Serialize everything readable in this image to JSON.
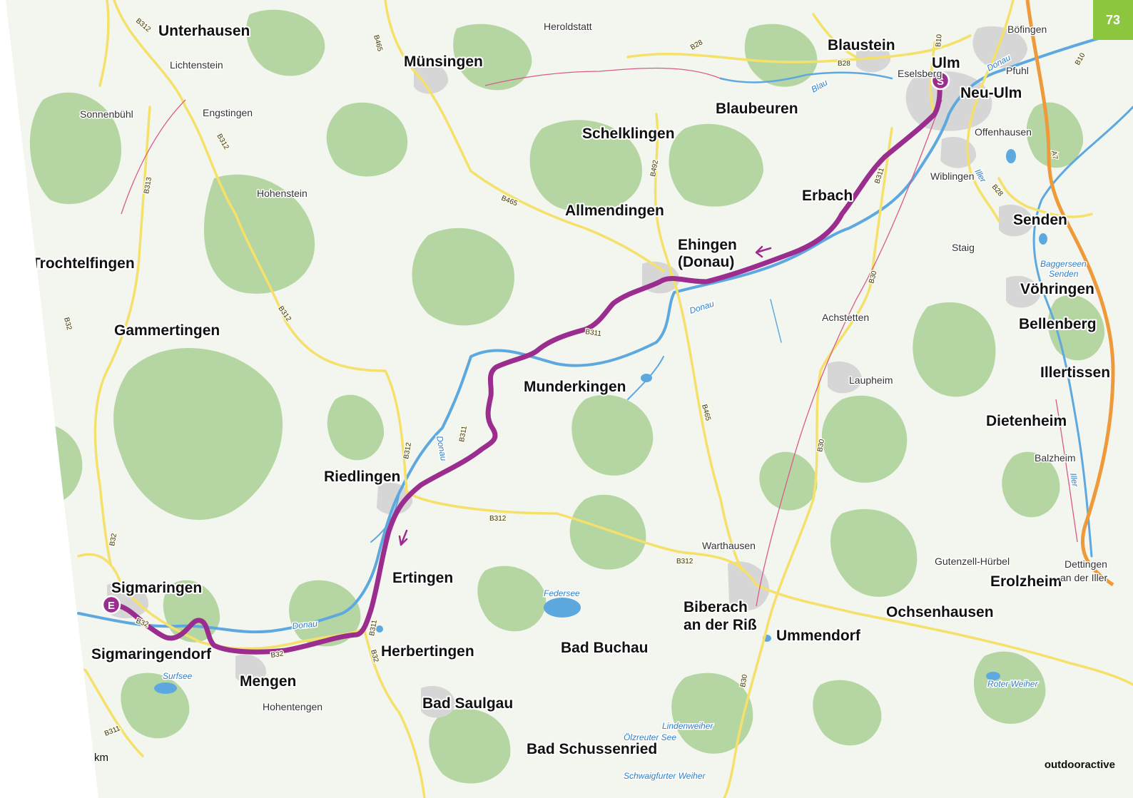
{
  "page": {
    "number": "73",
    "brand": "outdooractive",
    "scale_text": "km"
  },
  "colors": {
    "forest": "#aed39a",
    "field": "#f2f6ee",
    "route": "#9b2d8f",
    "water": "#5ea8e0",
    "highway": "#ef9a3a",
    "road": "#f5e06a",
    "railway": "#d95a8a",
    "town": "#d6d6d6",
    "page_badge": "#8cc63f"
  },
  "markers": {
    "start": "S",
    "end": "E"
  },
  "places": {
    "ulm": "Ulm",
    "neu_ulm": "Neu-Ulm",
    "blaustein": "Blaustein",
    "blaubeuren": "Blaubeuren",
    "schelklingen": "Schelklingen",
    "erbach": "Erbach",
    "allmendingen": "Allmendingen",
    "ehingen_1": "Ehingen",
    "ehingen_2": "(Donau)",
    "munderkingen": "Munderkingen",
    "riedlingen": "Riedlingen",
    "ertingen": "Ertingen",
    "herbertingen": "Herbertingen",
    "mengen": "Mengen",
    "sigmaringen": "Sigmaringen",
    "sigmaringendorf": "Sigmaringendorf",
    "bad_saulgau": "Bad Saulgau",
    "bad_buchau": "Bad Buchau",
    "bad_schussenried": "Bad Schussenried",
    "biberach_1": "Biberach",
    "biberach_2": "an der Riß",
    "ummendorf": "Ummendorf",
    "ochsenhausen": "Ochsenhausen",
    "erolzheim": "Erolzheim",
    "dietenheim": "Dietenheim",
    "illertissen": "Illertissen",
    "bellenberg": "Bellenberg",
    "voehringen": "Vöhringen",
    "senden": "Senden",
    "muensingen": "Münsingen",
    "unterhausen": "Unterhausen",
    "trochtelfingen": "Trochtelfingen",
    "gammertingen": "Gammertingen"
  },
  "villages": {
    "heroldstatt": "Heroldstatt",
    "boefingen": "Böfingen",
    "pfuhl": "Pfuhl",
    "eselsberg": "Eselsberg",
    "offenhausen": "Offenhausen",
    "wiblingen": "Wiblingen",
    "staig": "Staig",
    "achstetten": "Achstetten",
    "laupheim": "Laupheim",
    "balzheim": "Balzheim",
    "gutenzell": "Gutenzell-Hürbel",
    "dettingen_1": "Dettingen",
    "dettingen_2": "an der Iller",
    "warthausen": "Warthausen",
    "hohentengen": "Hohentengen",
    "lichtenstein": "Lichtenstein",
    "sonnenbuehl": "Sonnenbühl",
    "engstingen": "Engstingen",
    "hohenstein": "Hohenstein"
  },
  "waters": {
    "donau_1": "Donau",
    "donau_2": "Donau",
    "donau_3": "Donau",
    "donau_4": "Donau",
    "blau": "Blau",
    "iller_1": "Iller",
    "iller_2": "Iller",
    "baggerseen_1": "Baggerseen",
    "baggerseen_2": "Senden",
    "federsee": "Federsee",
    "surfsee": "Surfsee",
    "roter_weiher": "Roter Weiher",
    "lindenweiher": "Lindenweiher",
    "olzreuter_see": "Ölzreuter See",
    "schwaigfurter_weiher": "Schwaigfurter Weiher"
  },
  "roads": {
    "b311_a": "B311",
    "b311_b": "B311",
    "b311_c": "B311",
    "b311_d": "B311",
    "b311_e": "B311",
    "b312_a": "B312",
    "b312_b": "B312",
    "b312_c": "B312",
    "b312_d": "B312",
    "b312_e": "B312",
    "b312_f": "B312",
    "b32_a": "B32",
    "b32_b": "B32",
    "b32_c": "B32",
    "b32_d": "B32",
    "b32_e": "B32",
    "b28_a": "B28",
    "b28_b": "B28",
    "b28_c": "B28",
    "b10_a": "B10",
    "b10_b": "B10",
    "b465_a": "B465",
    "b465_b": "B465",
    "b465_c": "B465",
    "b492": "B492",
    "b30_a": "B30",
    "b30_b": "B30",
    "b30_c": "B30",
    "b313": "B313",
    "a7": "A7"
  }
}
